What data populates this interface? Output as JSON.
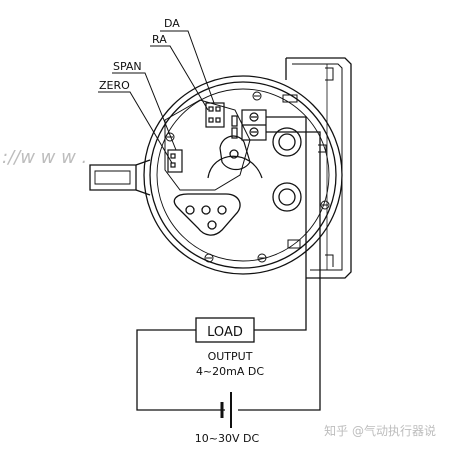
{
  "labels": {
    "da": "DA",
    "ra": "RA",
    "span": "SPAN",
    "zero": "ZERO",
    "watermark_url": "://w w w .",
    "watermark_credit": "知乎 @气动执行器说"
  },
  "load": {
    "box_label": "LOAD",
    "output_label": "OUTPUT",
    "output_range": "4~20mA DC"
  },
  "supply": {
    "voltage": "10~30V DC"
  },
  "colors": {
    "line": "#111111",
    "background": "#ffffff",
    "watermark": "#c8c8c8"
  }
}
